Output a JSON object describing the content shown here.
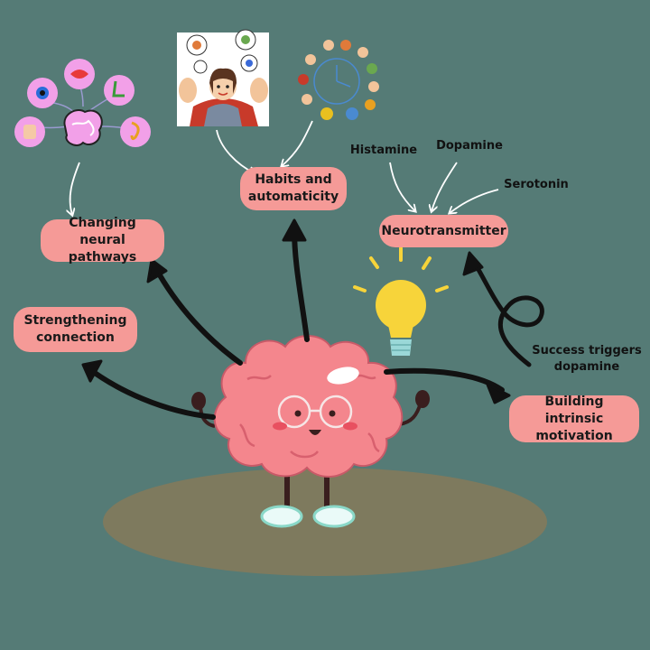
{
  "nodes": {
    "changing_neural_pathways": "Changing neural\npathways",
    "habits_and_automaticity": "Habits and\nautomaticity",
    "neurotransmitter": "Neurotransmitter",
    "strengthening_connection": "Strengthening\nconnection",
    "building_intrinsic_motivation": "Building intrinsic\nmotivation"
  },
  "labels": {
    "histamine": "Histamine",
    "dopamine": "Dopamine",
    "serotonin": "Serotonin",
    "success_triggers_dopamine": "Success triggers\ndopamine"
  },
  "illustration_icons": [
    "senses-brain-icon",
    "strong-person-icon",
    "daily-routine-clock-icon",
    "lightbulb-icon",
    "brain-character-icon"
  ],
  "colors": {
    "background": "#557b76",
    "node_fill": "#f59a97",
    "brain_fill": "#f4868d",
    "ground_shadow": "#7e7a5e",
    "bulb_yellow": "#f7d43a"
  }
}
